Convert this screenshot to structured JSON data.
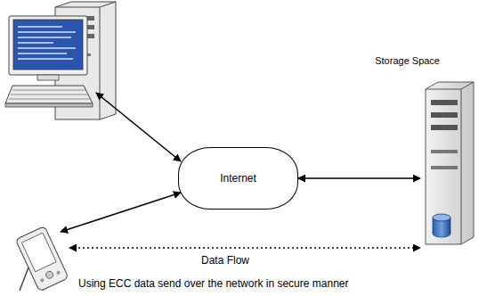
{
  "diagram": {
    "nodes": [
      {
        "text": [
          "Internet"
        ]
      },
      {
        "text": [
          "Storage Space"
        ]
      }
    ],
    "edges": [
      {
        "from": 0,
        "to": 1,
        "arrow": "both"
      }
    ],
    "labels": [
      "Data Flow",
      "Using ECC data send over the network in secure manner"
    ]
  }
}
